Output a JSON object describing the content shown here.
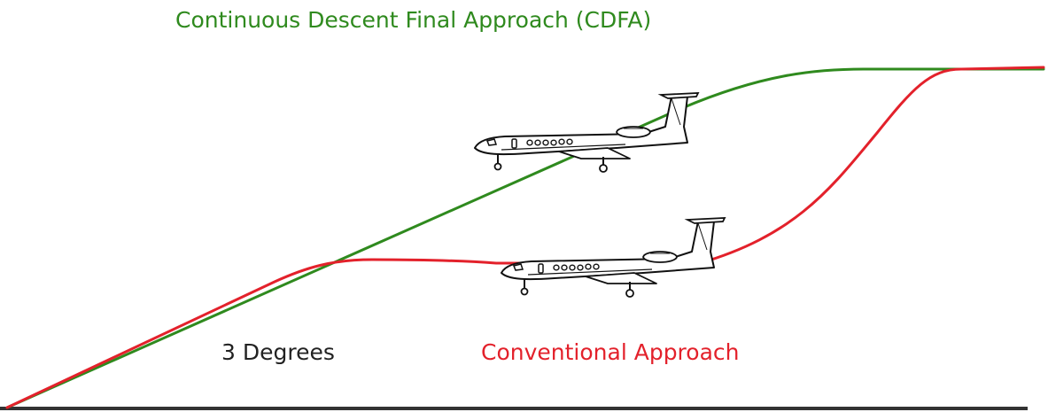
{
  "diagram": {
    "cdfa_label": "Continuous Descent Final Approach (CDFA)",
    "degrees_label": "3 Degrees",
    "conventional_label": "Conventional Approach",
    "colors": {
      "cdfa": "#2f8a1e",
      "conventional": "#e3212b",
      "ground": "#333333",
      "text": "#222222"
    },
    "icons": [
      "airplane-icon",
      "airplane-icon"
    ]
  }
}
